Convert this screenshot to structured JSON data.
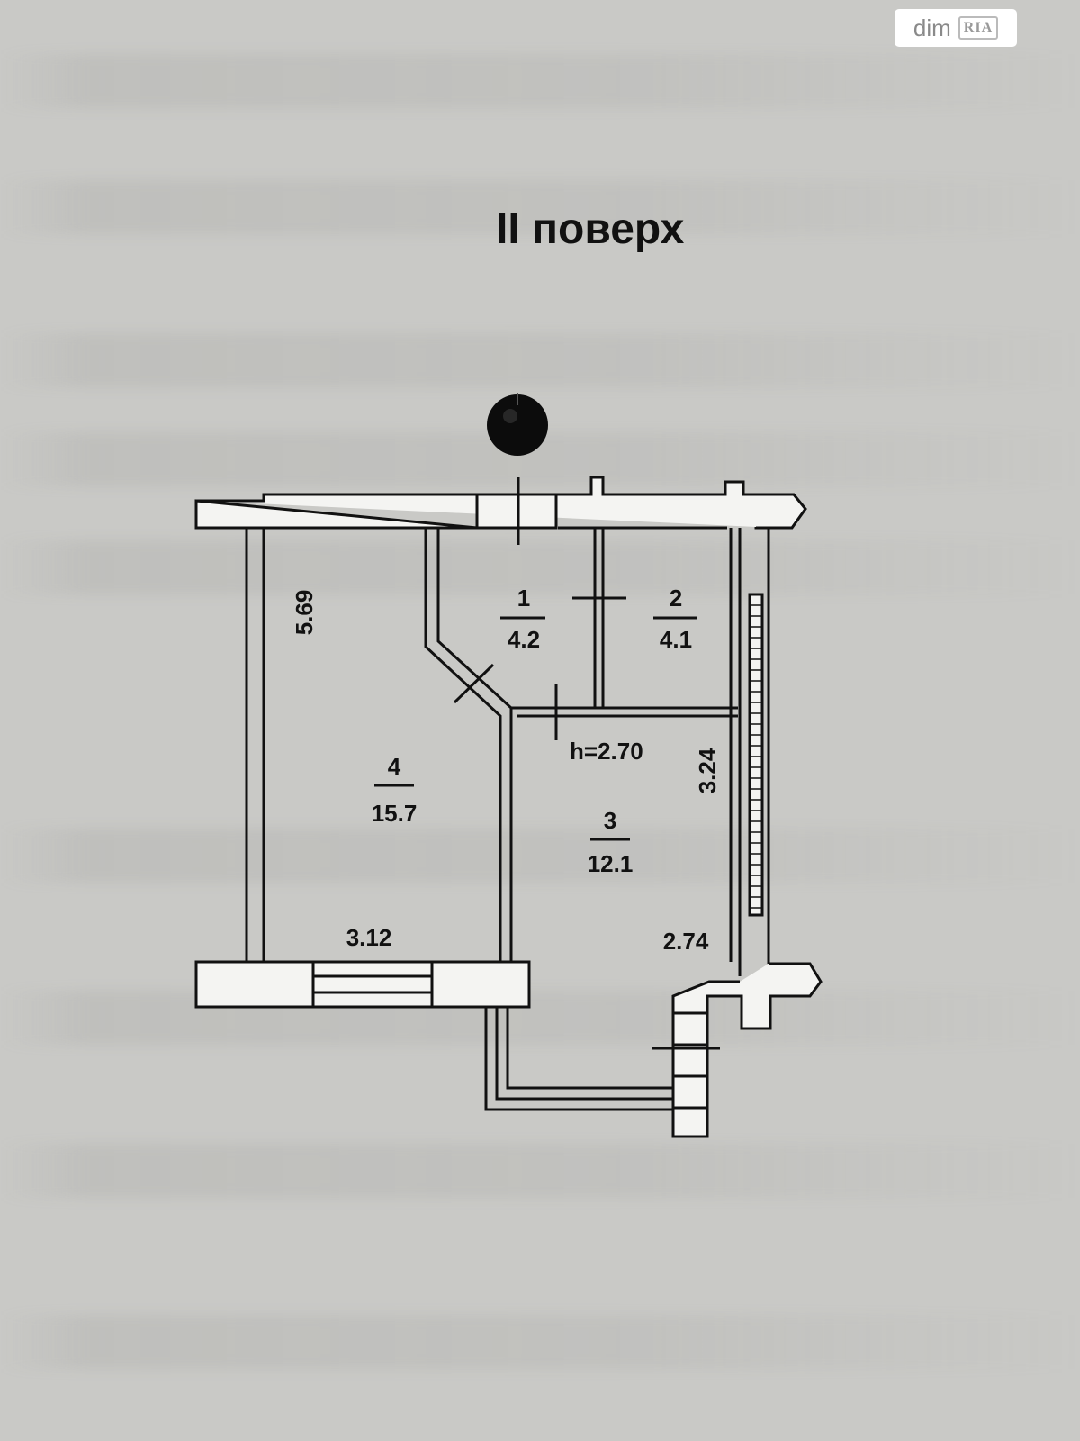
{
  "watermark": {
    "brand": "dim",
    "brand_mark": "RIA"
  },
  "floor_title": "II поверх",
  "ceiling_height": "h=2.70",
  "rooms": [
    {
      "number": "1",
      "area": "4.2"
    },
    {
      "number": "2",
      "area": "4.1"
    },
    {
      "number": "3",
      "area": "12.1"
    },
    {
      "number": "4",
      "area": "15.7"
    }
  ],
  "dimensions": {
    "room4_height": "5.69",
    "room4_width": "3.12",
    "room3_height": "3.24",
    "room3_width": "2.74"
  },
  "colors": {
    "background": "#c9c9c6",
    "ink": "#111111",
    "wall_fill": "#f4f4f2"
  }
}
